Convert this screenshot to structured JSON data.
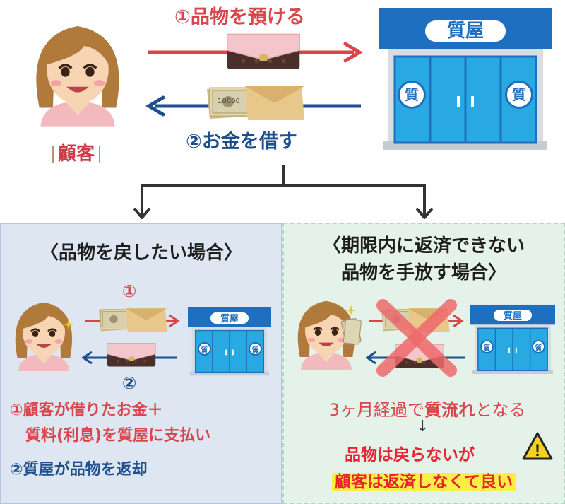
{
  "top": {
    "step1": "①品物を預ける",
    "step2": "②お金を借す",
    "customer_label": "顧客",
    "shop_sign": "質屋",
    "shop_badge": "質",
    "banknote_value": "10000"
  },
  "left_panel": {
    "title": "〈品物を戻したい場合〉",
    "step1_num": "①",
    "step2_num": "②",
    "shop_sign": "質屋",
    "shop_badge": "質",
    "note1_line1": "①顧客が借りたお金＋",
    "note1_line2": "質料(利息)を質屋に支払い",
    "note2": "②質屋が品物を返却"
  },
  "right_panel": {
    "title_line1": "〈期限内に返済できない",
    "title_line2": "品物を手放す場合〉",
    "shop_sign": "質屋",
    "shop_badge": "質",
    "flow_pre": "3ヶ月経過で",
    "flow_bold": "質流れ",
    "flow_post": "となる",
    "down_arrow": "↓",
    "warn_line1": "品物は戻らないが",
    "warn_line2": "顧客は返済しなくて良い",
    "warn_icon": "!"
  },
  "colors": {
    "red": "#d9454a",
    "blue": "#1d4f8e",
    "shop_blue": "#29a9e1",
    "shop_roof": "#1e6fc0",
    "highlight": "#fbee45",
    "panel_left": "#dee6f2",
    "panel_right": "#e5f2e9"
  }
}
